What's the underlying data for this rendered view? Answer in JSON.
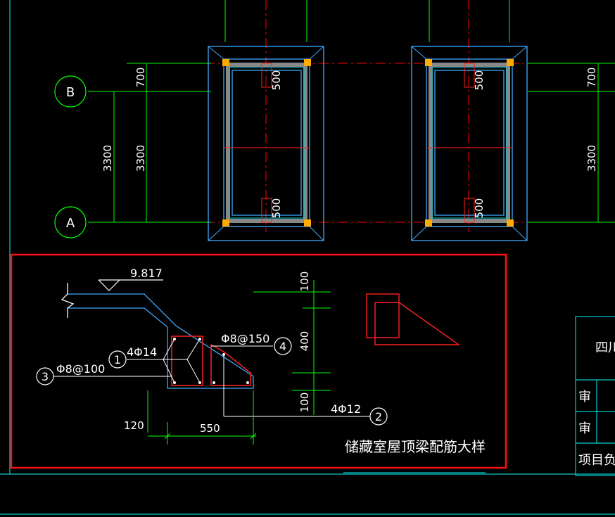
{
  "colors": {
    "background": "#000000",
    "dimension": "#00ff00",
    "axis": "#ff0000",
    "structure": "#3fa9ff",
    "frame": "#00cccc",
    "rebar": "#ff2020",
    "highlight": "#ff1010",
    "text": "#ffffff"
  },
  "plan": {
    "axis_b": "B",
    "axis_a": "A",
    "dim_700_left": "700",
    "dim_3300_outer": "3300",
    "dim_3300_inner": "3300",
    "dim_500_top_1": "500",
    "dim_500_bottom_1": "500",
    "dim_500_top_2": "500",
    "dim_500_bottom_2": "500",
    "dim_700_right": "700",
    "dim_3300_right": "3300"
  },
  "detail": {
    "elevation": "9.817",
    "bars_top": "4Φ14",
    "callout_1": "1",
    "stirrups_inner": "Φ8@100",
    "callout_3": "3",
    "stirrups_outer": "Φ8@150",
    "callout_4": "4",
    "bars_bottom": "4Φ12",
    "callout_2": "2",
    "dim_100_top": "100",
    "dim_400": "400",
    "dim_100_bottom": "100",
    "dim_120": "120",
    "dim_550": "550",
    "title": "储藏室屋顶梁配筋大样"
  },
  "title_block": {
    "project_partial": "四川",
    "row_review_1": "审",
    "row_review_2": "审",
    "row_project_lead": "项目负责"
  }
}
